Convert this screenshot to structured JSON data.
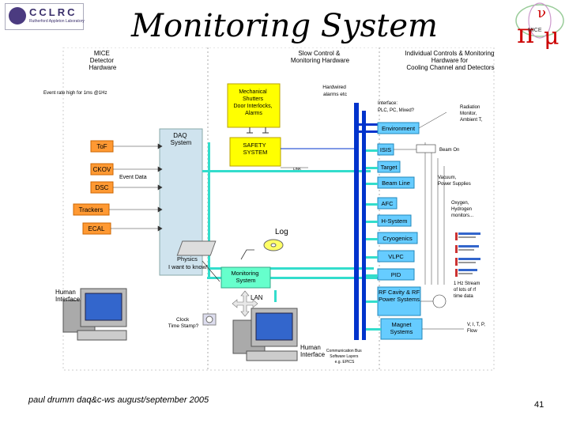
{
  "title": "Monitoring System",
  "logo_left": {
    "text": "CCLRC",
    "subtext": "Rutherford Appleton Laboratory"
  },
  "logo_right": {
    "text": "MICE"
  },
  "headers": {
    "mice_detector": [
      "MICE",
      "Detector",
      "Hardware"
    ],
    "slow_control": [
      "Slow Control &",
      "Monitoring Hardware"
    ],
    "individual_controls": [
      "Individual Controls & Monitoring",
      "Hardware for",
      "Cooling Channel and Detectors"
    ]
  },
  "left_notes": {
    "event_rate": "Event rate high for 1ms @1Hz",
    "event_data": "Event Data"
  },
  "detectors": [
    "ToF",
    "CKOV",
    "DSC",
    "Trackers",
    "ECAL"
  ],
  "daq_system": [
    "DAQ",
    "System"
  ],
  "physics_note": [
    "Physics",
    "I want to know!"
  ],
  "mechanical_box": [
    "Mechanical",
    "Shutters",
    "Door Interlocks,",
    "Alarms"
  ],
  "hardwired": [
    "Hardwired",
    "alarms etc"
  ],
  "safety_box": [
    "SAFETY",
    "SYSTEM"
  ],
  "small_label_safety": "LINK",
  "log_label": "Log",
  "monitoring_box": [
    "Monitoring",
    "System"
  ],
  "lan_label": "LAN",
  "clock_label": [
    "Clock",
    "Time Stamp?"
  ],
  "human_interface_left": [
    "Human",
    "Interface"
  ],
  "human_interface_right": [
    "Human",
    "Interface"
  ],
  "comm_bus": [
    "Communication Bus",
    "Software Layers",
    "e.g. EPICS"
  ],
  "interface_note": [
    "Interface:",
    "PLC, PC, Mixed?"
  ],
  "subsystems": [
    "Environment",
    "ISIS",
    "Target",
    "Beam Line",
    "AFC",
    "H-System",
    "Cryogenics",
    "VLPC",
    "PID",
    "RF Cavity & RF Power Systems",
    "Magnet Systems"
  ],
  "right_notes": {
    "environment": [
      "Radiation",
      "Monitor,",
      "Ambient T,"
    ],
    "isis": "Beam On",
    "beamline": [
      "Vacuum,",
      "Power Supplies"
    ],
    "afc": [
      "Oxygen,",
      "Hydrogen",
      "monitors..."
    ],
    "rf": [
      "1 Hz Stream",
      "of lots of rf",
      "time data"
    ],
    "magnet": [
      "V, I, T, P,",
      "Flow"
    ]
  },
  "footer": "paul drumm daq&c-ws august/september 2005",
  "page_number": "41",
  "colors": {
    "bus": "#0033cc",
    "cyan_bus": "#33ddcc",
    "detector_box": "#ff9933",
    "safety_box": "#ffff00",
    "monitor_box": "#66ffcc",
    "subsystem_box": "#66ccff"
  }
}
